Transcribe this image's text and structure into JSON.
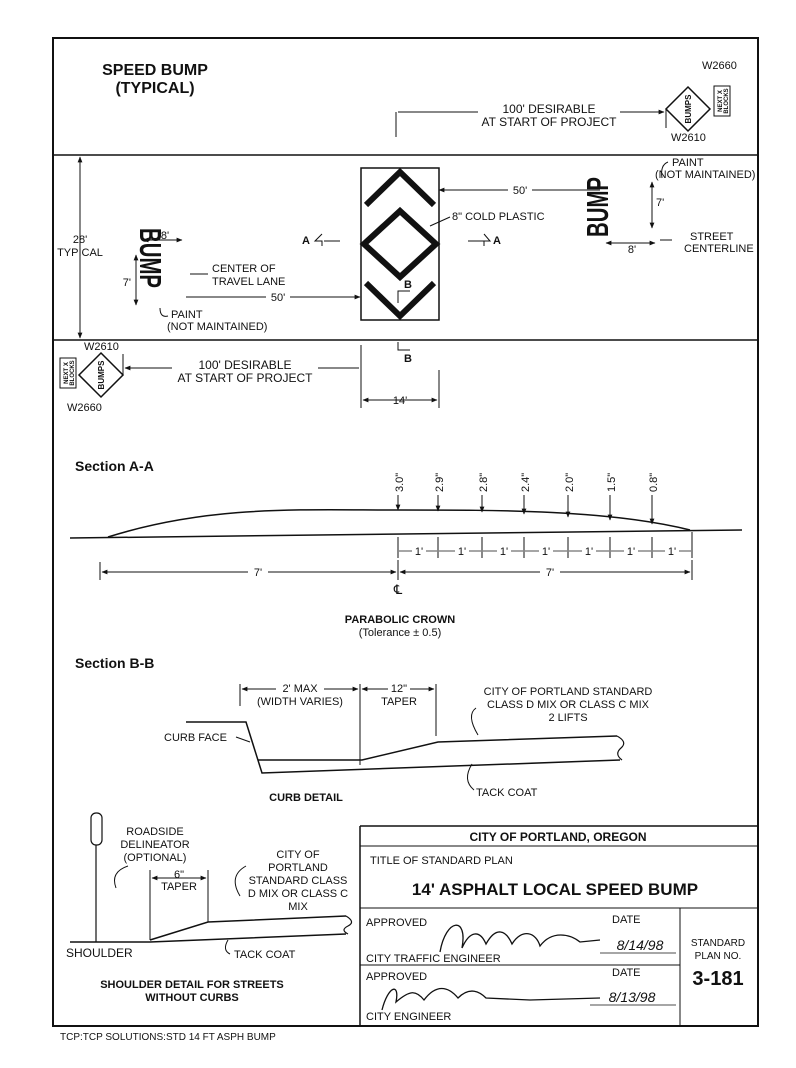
{
  "plan": {
    "title_line1": "SPEED BUMP",
    "title_line2": "(TYPICAL)",
    "dims": {
      "desirable_top_1": "100' DESIRABLE",
      "desirable_top_2": "AT START OF PROJECT",
      "desirable_bot_1": "100' DESIRABLE",
      "desirable_bot_2": "AT START OF PROJECT",
      "width_28": "28'",
      "typical": "TYPICAL",
      "fifty_right": "50'",
      "fifty_left": "50'",
      "eight_left": "8'",
      "eight_right": "8'",
      "seven_left": "7'",
      "seven_right": "7'",
      "fourteen": "14'"
    },
    "signs": {
      "code_top_diamond": "W2660",
      "code_top_plate": "W2610",
      "code_bot_plate": "W2610",
      "code_bot_diamond": "W2660",
      "bumps": "BUMPS",
      "next_x_1": "NEXT X",
      "next_x_2": "BLOCKS"
    },
    "labels": {
      "paint_right_1": "PAINT",
      "paint_right_2": "(NOT MAINTAINED)",
      "paint_left_1": "PAINT",
      "paint_left_2": "(NOT MAINTAINED)",
      "cold_plastic": "8\" COLD PLASTIC",
      "center_lane_1": "CENTER OF",
      "center_lane_2": "TRAVEL LANE",
      "street_1": "STREET",
      "street_2": "CENTERLINE",
      "bump_word": "BUMP",
      "sec_a_left": "A",
      "sec_a_right": "A",
      "sec_b_top": "B",
      "sec_b_bot": "B"
    }
  },
  "section_aa": {
    "heading": "Section A-A",
    "heights": [
      "3.0\"",
      "2.9\"",
      "2.8\"",
      "2.4\"",
      "2.0\"",
      "1.5\"",
      "0.8\""
    ],
    "spacings": [
      "1'",
      "1'",
      "1'",
      "1'",
      "1'",
      "1'",
      "1'"
    ],
    "half_left": "7'",
    "half_right": "7'",
    "centerline": "℄",
    "caption": "PARABOLIC CROWN",
    "tolerance": "(Tolerance ± 0.5)"
  },
  "section_bb": {
    "heading": "Section B-B",
    "max_1": "2' MAX",
    "max_2": "(WIDTH VARIES)",
    "taper_1": "12\"",
    "taper_2": "TAPER",
    "mix_1": "CITY OF PORTLAND STANDARD",
    "mix_2": "CLASS D MIX OR CLASS C MIX",
    "mix_3": "2 LIFTS",
    "curb_face": "CURB FACE",
    "tack_coat": "TACK COAT",
    "caption": "CURB DETAIL"
  },
  "shoulder": {
    "delineator_1": "ROADSIDE",
    "delineator_2": "DELINEATOR",
    "delineator_3": "(OPTIONAL)",
    "taper_1": "6\"",
    "taper_2": "TAPER",
    "mix_1": "CITY OF",
    "mix_2": "PORTLAND",
    "mix_3": "STANDARD CLASS",
    "mix_4": "D MIX OR CLASS C",
    "mix_5": "MIX",
    "shoulder_label": "SHOULDER",
    "tack_coat": "TACK COAT",
    "caption_1": "SHOULDER DETAIL FOR STREETS",
    "caption_2": "WITHOUT CURBS"
  },
  "title_block": {
    "agency": "CITY OF PORTLAND, OREGON",
    "title_label": "TITLE OF STANDARD PLAN",
    "title": "14' ASPHALT LOCAL SPEED BUMP",
    "approved_1": "APPROVED",
    "date_1_label": "DATE",
    "date_1": "8/14/98",
    "role_1": "CITY TRAFFIC ENGINEER",
    "approved_2": "APPROVED",
    "date_2_label": "DATE",
    "date_2": "8/13/98",
    "role_2": "CITY ENGINEER",
    "plan_no_1": "STANDARD",
    "plan_no_2": "PLAN NO.",
    "plan_no": "3-181"
  },
  "footer": "TCP:TCP SOLUTIONS:STD 14 FT ASPH BUMP"
}
